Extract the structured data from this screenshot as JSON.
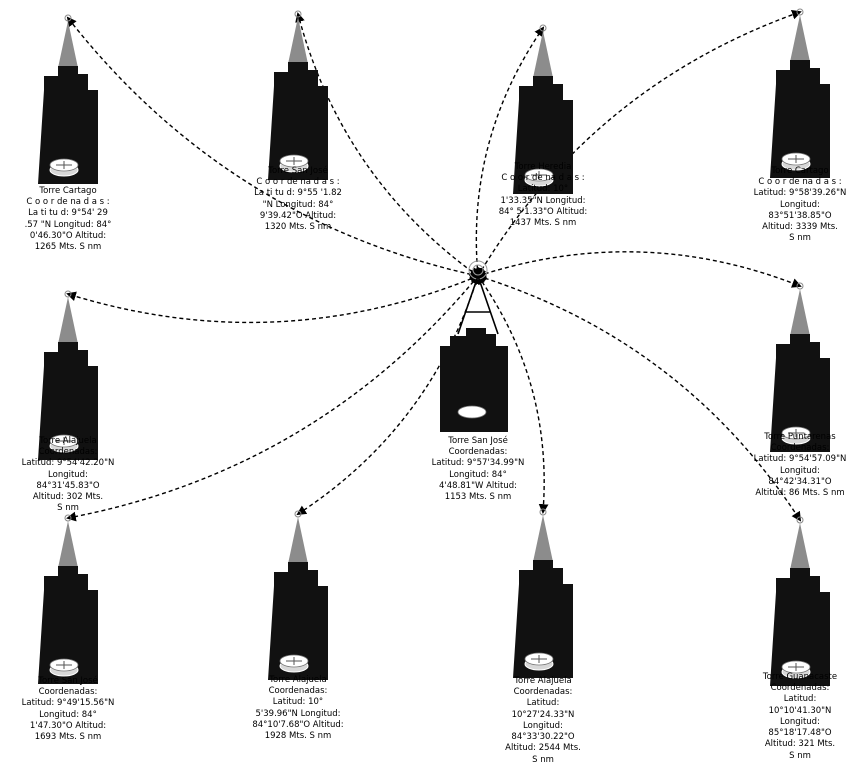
{
  "central_tower": {
    "lines": [
      "Torre San José",
      "Coordenadas:",
      "Latitud: 9°57'34.99\"N",
      "Longitud: 84°",
      "4'48.81\"W Altitud:",
      "1153 Mts. S nm"
    ]
  },
  "towers": [
    {
      "id": "cartago-1",
      "lines": [
        "Torre Cartago",
        "C o o r de na d a s :",
        "La ti tu d: 9°54' 29",
        ".57 \"N Longitud: 84°",
        "0'46.30\"O Altitud:",
        "1265 Mts. S nm"
      ]
    },
    {
      "id": "san-jose-top",
      "lines": [
        "Torre San José",
        "C o o r de na d a s :",
        "La ti tu d: 9°55 '1.82",
        "\"N Longitud: 84°",
        "9'39.42\"O Altitud:",
        "1320 Mts. S nm"
      ]
    },
    {
      "id": "heredia",
      "lines": [
        "Torre Heredia",
        "C o o r de na d a s :",
        "Latitud: 10°",
        "1'33.35\"N Longitud:",
        "84° 5'1.33\"O Altitud:",
        "1437 Mts. S nm"
      ]
    },
    {
      "id": "cartago-2",
      "lines": [
        "Torre Cartago",
        "C o o r de na d a s :",
        "Latitud: 9°58'39.26\"N",
        "Longitud:",
        "83°51'38.85\"O",
        "Altitud: 3339 Mts.",
        "S nm"
      ]
    },
    {
      "id": "alajuela-1",
      "lines": [
        "Torre Alajuela",
        "Coordenadas:",
        "Latitud: 9°54'42.20\"N",
        "Longitud:",
        "84°31'45.83\"O",
        "Altitud: 302 Mts.",
        "S nm"
      ]
    },
    {
      "id": "puntarenas",
      "lines": [
        "Torre Puntarenas",
        "Coordenadas:",
        "Latitud: 9°54'57.09\"N",
        "Longitud:",
        "84°42'34.31\"O",
        "Altitud: 86 Mts. S nm"
      ]
    },
    {
      "id": "san-jose-bottom",
      "lines": [
        "Torre San José",
        "Coordenadas:",
        "Latitud: 9°49'15.56\"N",
        "Longitud: 84°",
        "1'47.30\"O Altitud:",
        "1693 Mts. S nm"
      ]
    },
    {
      "id": "alajuela-2",
      "lines": [
        "Torre Alajuela",
        "Coordenadas:",
        "Latitud: 10°",
        "5'39.96\"N Longitud:",
        "84°10'7.68\"O Altitud:",
        "1928 Mts. S nm"
      ]
    },
    {
      "id": "alajuela-3",
      "lines": [
        "Torre Alajuela",
        "Coordenadas:",
        "Latitud:",
        "10°27'24.33\"N",
        "Longitud:",
        "84°33'30.22\"O",
        "Altitud: 2544 Mts.",
        "S nm"
      ]
    },
    {
      "id": "guanacaste",
      "lines": [
        "Torre Guanacaste",
        "Coordenadas:",
        "Latitud:",
        "10°10'41.30\"N",
        "Longitud:",
        "85°18'17.48\"O",
        "Altitud: 321 Mts.",
        "S nm"
      ]
    }
  ],
  "colors": {
    "building": "#111111",
    "antenna": "#8c8c8c",
    "line": "#000000",
    "background": "#ffffff"
  },
  "icons": {
    "tower": "radio-tower-icon",
    "router": "router-icon",
    "signal": "wireless-signal-icon"
  }
}
